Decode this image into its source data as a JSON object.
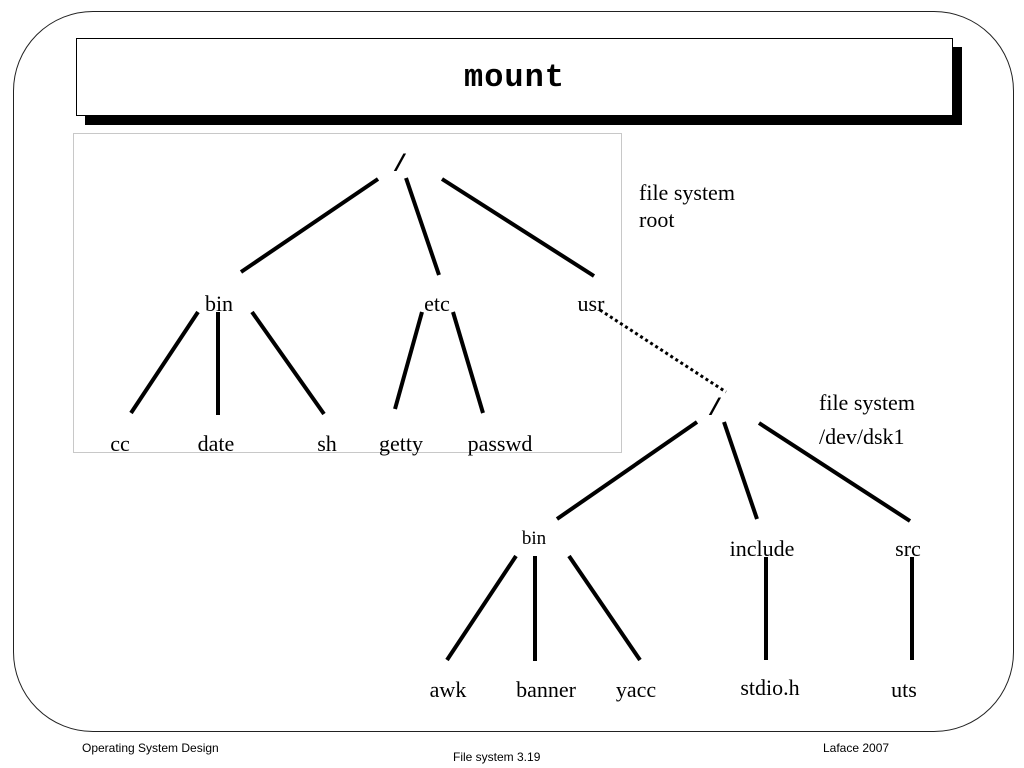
{
  "slide": {
    "title": "mount",
    "footer_left": "Operating System Design",
    "footer_center": "File system 3.19",
    "footer_right": "Laface 2007"
  },
  "root_fs": {
    "note_line1": "file system",
    "note_line2": "root",
    "nodes": {
      "root": "/",
      "bin": "bin",
      "etc": "etc",
      "usr": "usr",
      "cc": "cc",
      "date": "date",
      "sh": "sh",
      "getty": "getty",
      "passwd": "passwd"
    }
  },
  "mounted_fs": {
    "note_line1": "file system",
    "note_line2": "/dev/dsk1",
    "nodes": {
      "root": "/",
      "bin": "bin",
      "include": "include",
      "src": "src",
      "awk": "awk",
      "banner": "banner",
      "yacc": "yacc",
      "stdio_h": "stdio.h",
      "uts": "uts"
    }
  }
}
